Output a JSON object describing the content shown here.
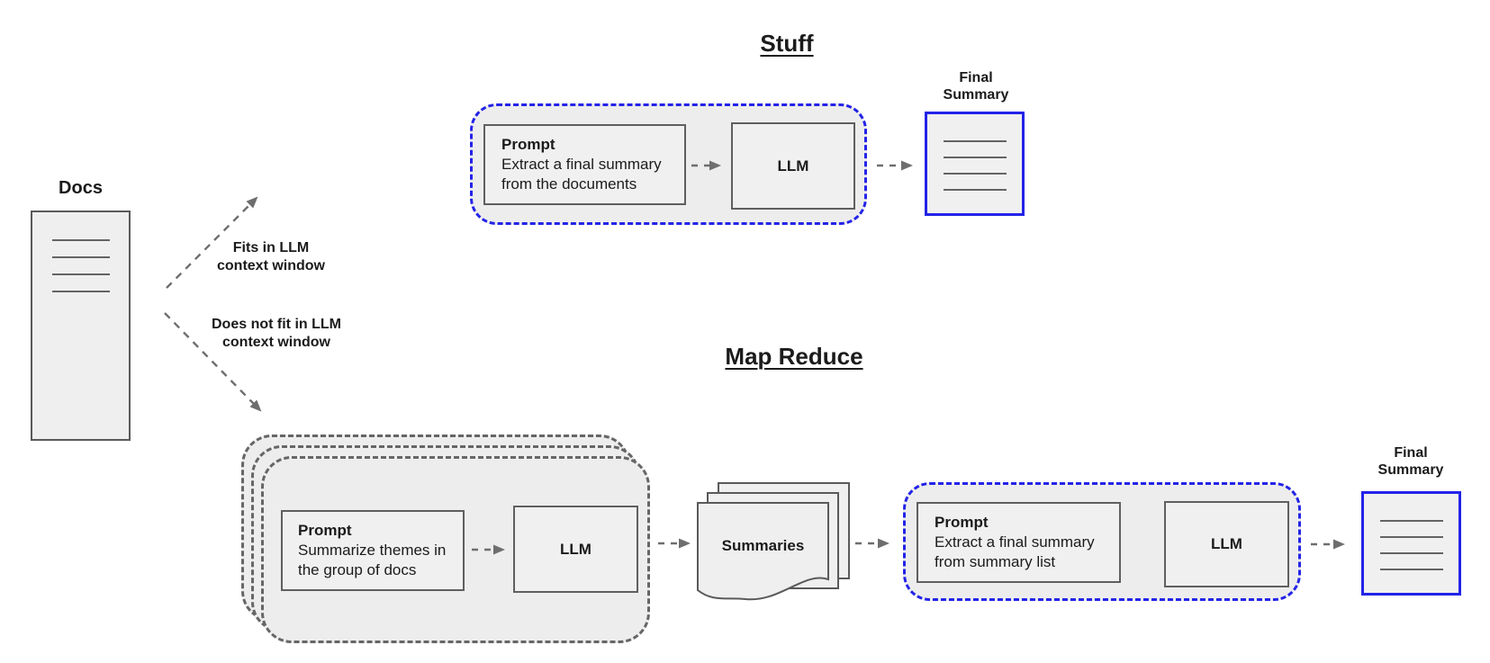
{
  "colors": {
    "accent_blue": "#2323e8",
    "container_fill": "#ededed",
    "box_fill": "#f0f0f0",
    "border_gray": "#5a5a5a",
    "arrow_gray": "#6e6e6e"
  },
  "docs": {
    "label": "Docs",
    "icon": "document-icon"
  },
  "branches": {
    "fits": {
      "line1": "Fits in LLM",
      "line2": "context window"
    },
    "does_not_fit": {
      "line1": "Does not fit in LLM",
      "line2": "context window"
    }
  },
  "stuff": {
    "title": "Stuff",
    "prompt": {
      "heading": "Prompt",
      "line1": "Extract a final summary",
      "line2": "from the documents"
    },
    "llm_label": "LLM",
    "final_label": {
      "line1": "Final",
      "line2": "Summary"
    },
    "final_icon": "document-icon"
  },
  "map_reduce": {
    "title": "Map Reduce",
    "map_prompt": {
      "heading": "Prompt",
      "line1": "Summarize themes in",
      "line2": "the group of docs"
    },
    "map_llm_label": "LLM",
    "summaries_label": "Summaries",
    "summaries_icon": "stacked-documents-icon",
    "reduce_prompt": {
      "heading": "Prompt",
      "line1": "Extract a final summary",
      "line2": "from summary list"
    },
    "reduce_llm_label": "LLM",
    "final_label": {
      "line1": "Final",
      "line2": "Summary"
    },
    "final_icon": "document-icon"
  }
}
